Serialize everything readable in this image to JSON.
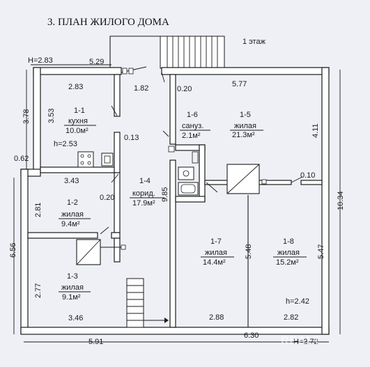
{
  "title": "3. ПЛАН ЖИЛОГО ДОМА",
  "floor": "1 этаж",
  "heights": {
    "top_left": "H=2.83",
    "bottom_right": "H=2.72",
    "room_1_1": "h=2.53",
    "room_1_8": "h=2.42"
  },
  "rooms": [
    {
      "id": "1-1",
      "name": "кухня",
      "area": "10.0м²"
    },
    {
      "id": "1-2",
      "name": "жилая",
      "area": "9.4м²"
    },
    {
      "id": "1-3",
      "name": "жилая",
      "area": "9.1м²"
    },
    {
      "id": "1-4",
      "name": "корид.",
      "area": "17.9м²"
    },
    {
      "id": "1-5",
      "name": "жилая",
      "area": "21.3м²"
    },
    {
      "id": "1-6",
      "name": "сануз.",
      "area": "2.1м²"
    },
    {
      "id": "1-7",
      "name": "жилая",
      "area": "14.4м²"
    },
    {
      "id": "1-8",
      "name": "жилая",
      "area": "15.2м²"
    }
  ],
  "dimensions": {
    "d_5_29": "5.29",
    "d_2_83": "2.83",
    "d_1_82": "1.82",
    "d_0_20_top": "0.20",
    "d_5_77": "5.77",
    "d_3_78": "3.78",
    "d_3_53": "3.53",
    "d_0_13": "0.13",
    "d_0_62": "0.62",
    "d_4_11": "4.11",
    "d_0_10": "0.10",
    "d_3_43": "3.43",
    "d_9_85": "9.85",
    "d_10_34": "10.34",
    "d_2_81": "2.81",
    "d_0_20_mid": "0.20",
    "d_6_56": "6.56",
    "d_5_48": "5.48",
    "d_5_47": "5.47",
    "d_2_77": "2.77",
    "d_3_46": "3.46",
    "d_2_88": "2.88",
    "d_2_82": "2.82",
    "d_5_91": "5.91",
    "d_6_30": "6.30"
  },
  "watermark": "REALT"
}
